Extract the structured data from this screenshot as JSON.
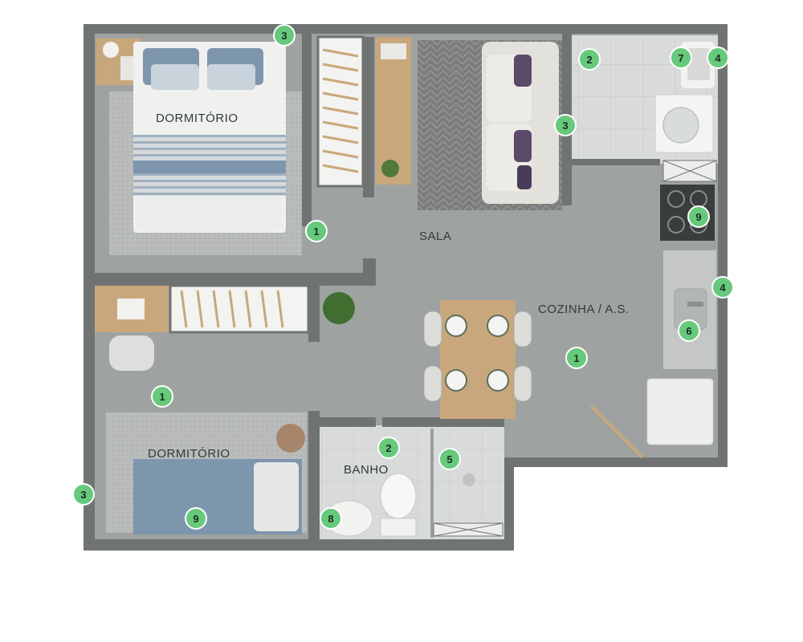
{
  "rooms": {
    "dormitorio_1": "DORMITÓRIO",
    "dormitorio_2": "DORMITÓRIO",
    "sala": "SALA",
    "cozinha": "COZINHA / A.S.",
    "banho": "BANHO"
  },
  "markers": [
    "3",
    "2",
    "7",
    "4",
    "3",
    "1",
    "9",
    "4",
    "6",
    "1",
    "1",
    "2",
    "5",
    "3",
    "8",
    "9"
  ],
  "colors": {
    "wall": "#6f7472",
    "floor": "#9ea3a1",
    "tile": "#d9dcdb",
    "wood": "#c9a77c",
    "bedding_blue": "#7d95ad",
    "rug": "#b7bab9",
    "marker": "#66c97b"
  }
}
